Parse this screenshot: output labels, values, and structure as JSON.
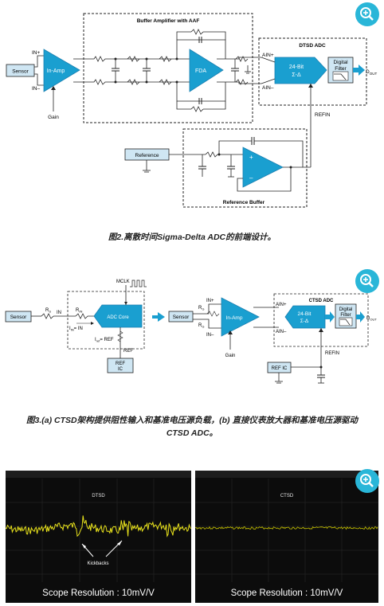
{
  "fig2": {
    "buffer_title": "Buffer Amplifier with AAF",
    "adc_title": "DTSD ADC",
    "sensor": "Sensor",
    "inamp": "In-Amp",
    "in_plus": "IN+",
    "in_minus": "IN–",
    "gain": "Gain",
    "fda": "FDA",
    "ain_plus": "AIN+",
    "ain_minus": "AIN–",
    "sd_line1": "24-Bit",
    "sd_line2": "Σ-Δ",
    "filter_line1": "Digital",
    "filter_line2": "Filter",
    "dout": "D",
    "dout_sub": "OUT",
    "refin": "REFIN",
    "reference": "Reference",
    "ref_buffer": "Reference Buffer",
    "plus": "+",
    "minus": "–",
    "caption": "图2.离散时间Sigma-Delta ADC的前端设计。"
  },
  "fig3": {
    "sensor": "Sensor",
    "rs": "R",
    "rs_sub": "S",
    "in": "IN",
    "rin": "R",
    "rin_sub": "IN",
    "lin": "I",
    "lin_sub": "IN",
    "eq_in": "= IN",
    "mclk": "MCLK",
    "adc_core": "ADC Core",
    "iref": "I",
    "iref_sub": "ref",
    "eq_ref": "= REF",
    "ref": "REF",
    "ref_ic_1": "REF",
    "ref_ic_2": "IC",
    "sensor_b": "Sensor",
    "rg": "R",
    "rg_sub": "G",
    "inamp": "In-Amp",
    "in_plus": "IN+",
    "in_minus": "IN–",
    "gain": "Gain",
    "adc_title": "CTSD ADC",
    "ain_plus": "AIN+",
    "ain_minus": "AIN–",
    "sd_line1": "24-Bit",
    "sd_line2": "Σ-Δ",
    "filter_line1": "Digital",
    "filter_line2": "Filter",
    "dout": "D",
    "dout_sub": "OUT",
    "refin": "REFIN",
    "ref_ic_b": "REF IC",
    "caption_line1": "图3.(a) CTSD架构提供阻性输入和基准电压源负载，(b) 直接仪表放大器和基准电压源驱动",
    "caption_line2": "CTSD ADC。"
  },
  "scopes": {
    "left_label": "DTSD",
    "kickbacks": "Kickbacks",
    "left_resolution": "Scope Resolution : 10mV/V",
    "right_label": "CTSD",
    "right_resolution": "Scope Resolution : 10mV/V"
  },
  "colors": {
    "accent": "#29b6d8",
    "block_fill": "#1a9fd0",
    "light_fill": "#cfe6f3",
    "trace_yellow": "#e8e21c",
    "wire": "#222222"
  },
  "icons": [
    "zoom-in-icon",
    "zoom-in-icon",
    "zoom-in-icon"
  ]
}
